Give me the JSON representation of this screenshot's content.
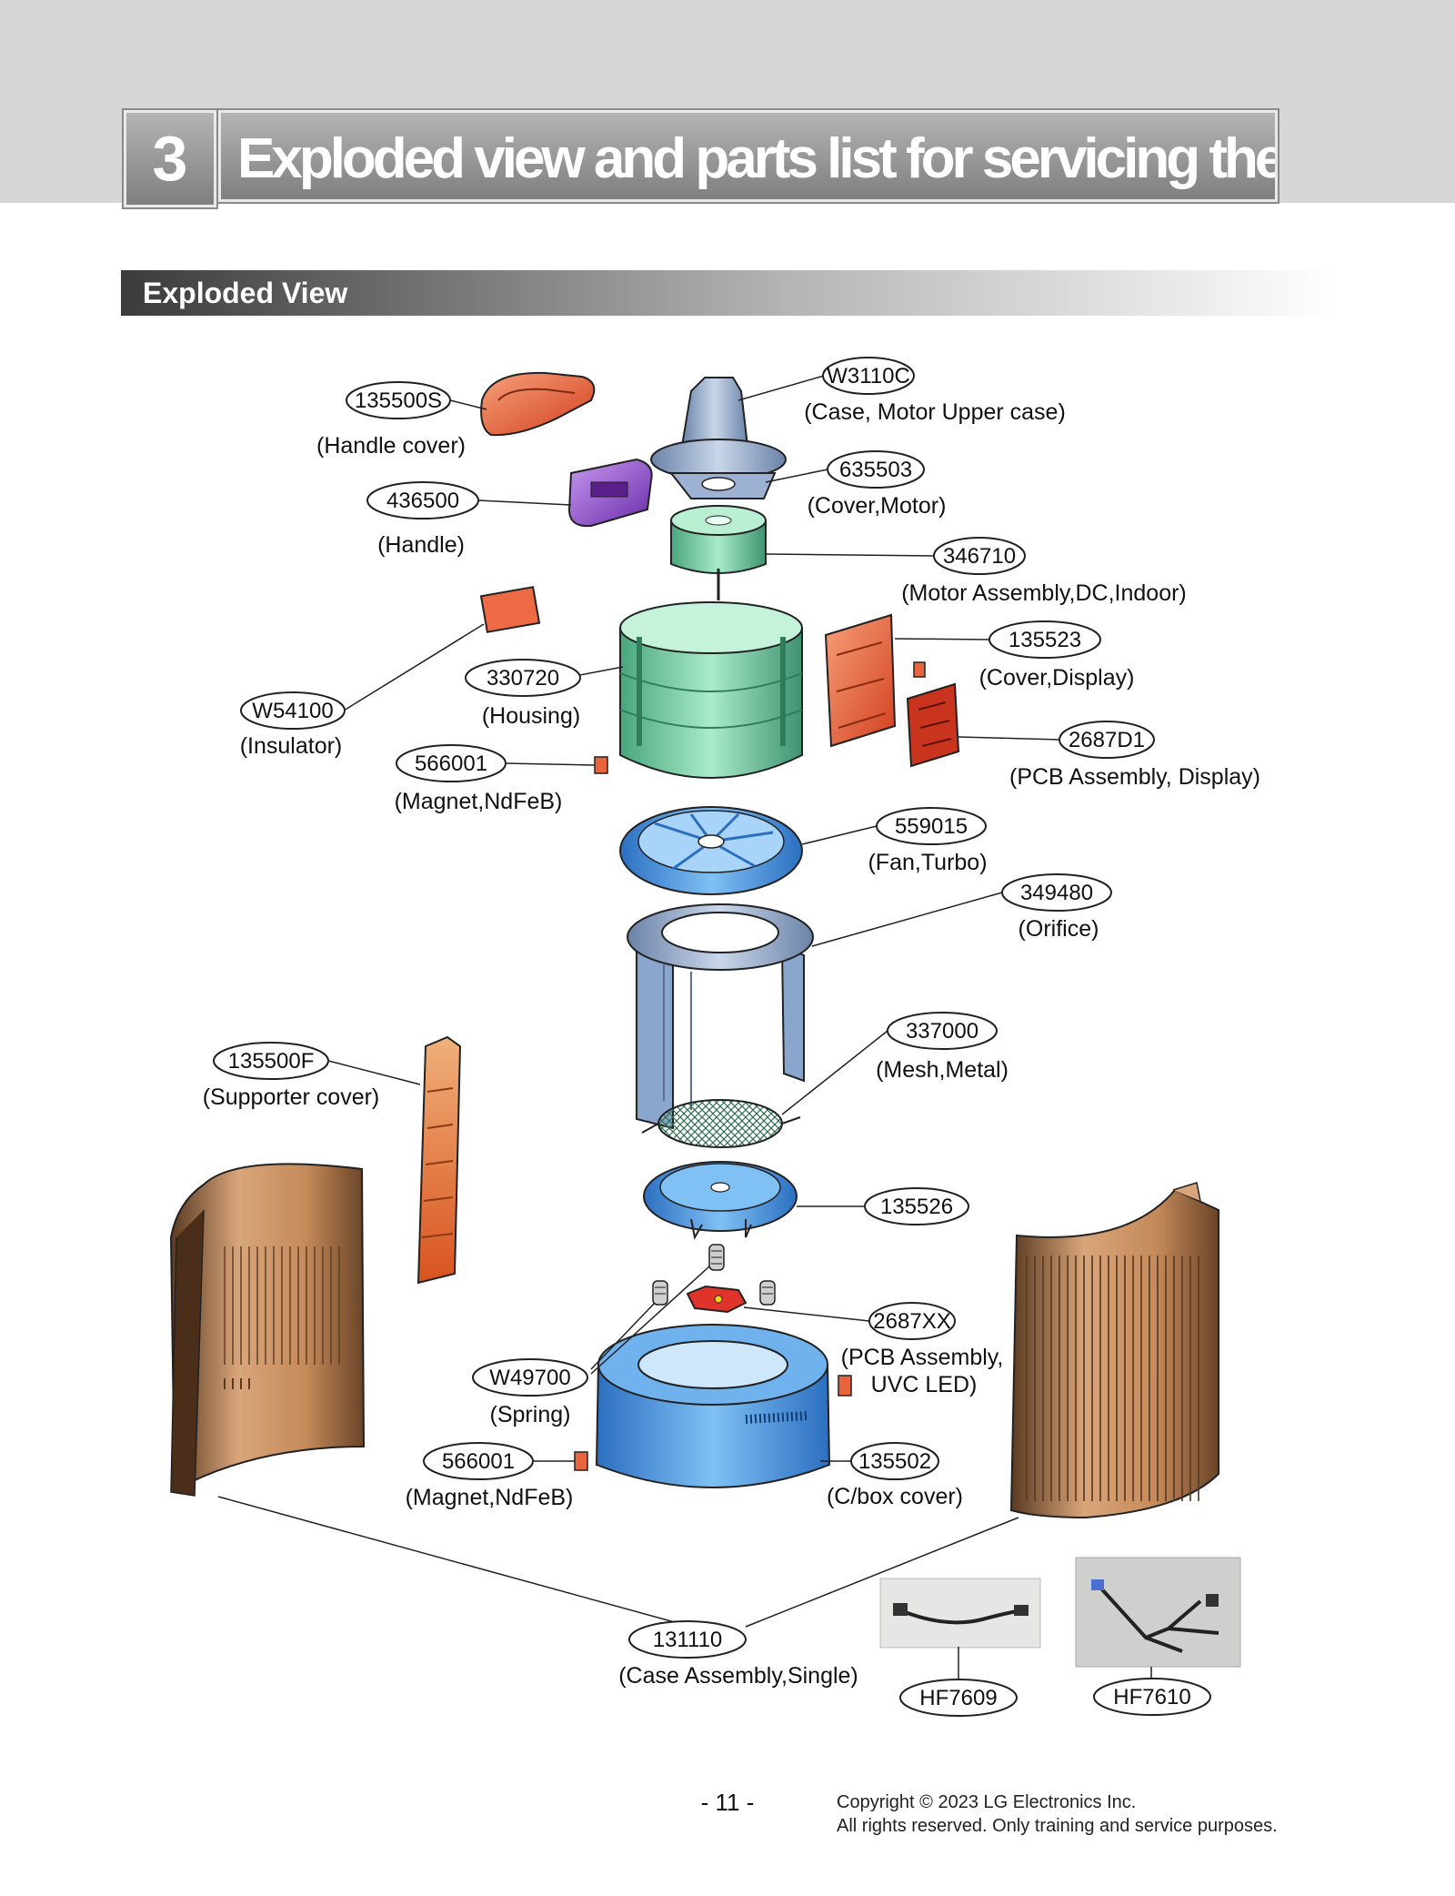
{
  "header": {
    "section_number": "3",
    "title": "Exploded view and parts list for servicing the product"
  },
  "subheader": "Exploded View",
  "parts": {
    "handle_cover": {
      "code": "135500S",
      "name": "(Handle cover)"
    },
    "handle": {
      "code": "436500",
      "name": "(Handle)"
    },
    "upper_case": {
      "code": "W3110C",
      "name": "(Case, Motor Upper case)"
    },
    "motor_cover": {
      "code": "635503",
      "name": "(Cover,Motor)"
    },
    "motor": {
      "code": "346710",
      "name": "(Motor Assembly,DC,Indoor)"
    },
    "display_cover": {
      "code": "135523",
      "name": "(Cover,Display)"
    },
    "housing": {
      "code": "330720",
      "name": "(Housing)"
    },
    "insulator": {
      "code": "W54100",
      "name": "(Insulator)"
    },
    "magnet_upper": {
      "code": "566001",
      "name": "(Magnet,NdFeB)"
    },
    "pcb_display": {
      "code": "2687D1",
      "name": "(PCB Assembly,  Display)"
    },
    "fan": {
      "code": "559015",
      "name": "(Fan,Turbo)"
    },
    "orifice": {
      "code": "349480",
      "name": "(Orifice)"
    },
    "mesh": {
      "code": "337000",
      "name": "(Mesh,Metal)"
    },
    "supporter_cover": {
      "code": "135500F",
      "name": "(Supporter cover)"
    },
    "plate": {
      "code": "135526",
      "name": ""
    },
    "pcb_uvc": {
      "code": "2687XX",
      "name_line1": "(PCB Assembly,",
      "name_line2": "UVC LED)"
    },
    "spring": {
      "code": "W49700",
      "name": "(Spring)"
    },
    "magnet_lower": {
      "code": "566001",
      "name": "(Magnet,NdFeB)"
    },
    "cbox_cover": {
      "code": "135502",
      "name": "(C/box cover)"
    },
    "case_assembly": {
      "code": "131110",
      "name": "(Case Assembly,Single)"
    },
    "harness_a": {
      "code": "HF7609"
    },
    "harness_b": {
      "code": "HF7610"
    }
  },
  "footer": {
    "page": "- 11 -",
    "copyright": "Copyright © 2023 LG Electronics Inc.",
    "rights": "All rights reserved. Only training and service purposes."
  },
  "colors": {
    "header_band": "#d6d6d6",
    "title_box": "#9a9a9a",
    "part_orange": "#e8643c",
    "part_purple": "#8a45c8",
    "part_green": "#6cc49a",
    "part_blue": "#4a90d8",
    "part_copper": "#b87a4a"
  }
}
